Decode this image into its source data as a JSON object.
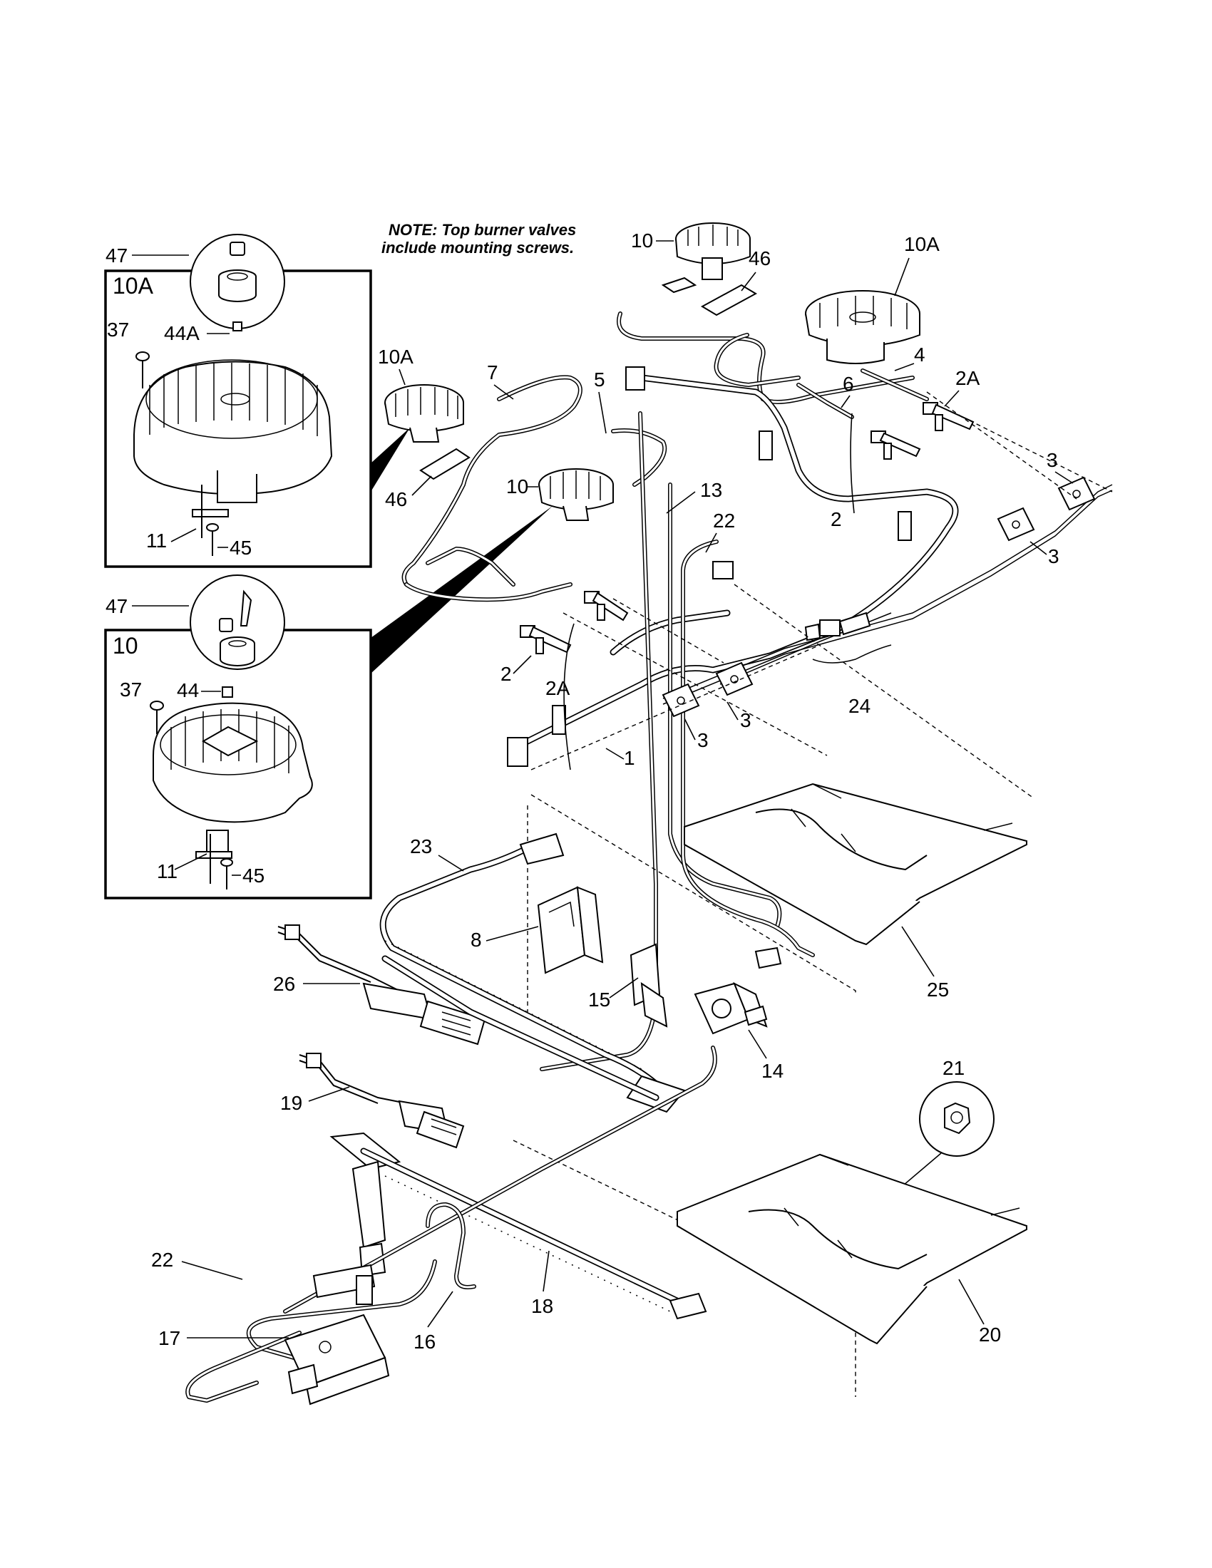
{
  "note": {
    "line1": "NOTE: Top burner valves",
    "line2": "include mounting screws."
  },
  "inset_top": {
    "title": "10A"
  },
  "inset_bottom": {
    "title": "10"
  },
  "callouts": [
    {
      "id": "c47a",
      "text": "47"
    },
    {
      "id": "c37a",
      "text": "37"
    },
    {
      "id": "c44A",
      "text": "44A"
    },
    {
      "id": "c11a",
      "text": "11"
    },
    {
      "id": "c45a",
      "text": "45"
    },
    {
      "id": "c47b",
      "text": "47"
    },
    {
      "id": "c37b",
      "text": "37"
    },
    {
      "id": "c44",
      "text": "44"
    },
    {
      "id": "c11b",
      "text": "11"
    },
    {
      "id": "c45b",
      "text": "45"
    },
    {
      "id": "c10a_left",
      "text": "10A"
    },
    {
      "id": "c7",
      "text": "7"
    },
    {
      "id": "c5",
      "text": "5"
    },
    {
      "id": "c46_left",
      "text": "46"
    },
    {
      "id": "c10_mid",
      "text": "10"
    },
    {
      "id": "c13",
      "text": "13"
    },
    {
      "id": "c22_top",
      "text": "22"
    },
    {
      "id": "c10_top",
      "text": "10"
    },
    {
      "id": "c46_top",
      "text": "46"
    },
    {
      "id": "c10a_right",
      "text": "10A"
    },
    {
      "id": "c4",
      "text": "4"
    },
    {
      "id": "c6",
      "text": "6"
    },
    {
      "id": "c2a_right",
      "text": "2A"
    },
    {
      "id": "c3_a",
      "text": "3"
    },
    {
      "id": "c2_right",
      "text": "2"
    },
    {
      "id": "c3_b",
      "text": "3"
    },
    {
      "id": "c2_left",
      "text": "2"
    },
    {
      "id": "c2a_left",
      "text": "2A"
    },
    {
      "id": "c1",
      "text": "1"
    },
    {
      "id": "c3_c",
      "text": "3"
    },
    {
      "id": "c3_d",
      "text": "3"
    },
    {
      "id": "c24",
      "text": "24"
    },
    {
      "id": "c23",
      "text": "23"
    },
    {
      "id": "c8",
      "text": "8"
    },
    {
      "id": "c25",
      "text": "25"
    },
    {
      "id": "c26",
      "text": "26"
    },
    {
      "id": "c15",
      "text": "15"
    },
    {
      "id": "c14",
      "text": "14"
    },
    {
      "id": "c21",
      "text": "21"
    },
    {
      "id": "c19",
      "text": "19"
    },
    {
      "id": "c22_bottom",
      "text": "22"
    },
    {
      "id": "c17",
      "text": "17"
    },
    {
      "id": "c16",
      "text": "16"
    },
    {
      "id": "c18",
      "text": "18"
    },
    {
      "id": "c20",
      "text": "20"
    }
  ]
}
